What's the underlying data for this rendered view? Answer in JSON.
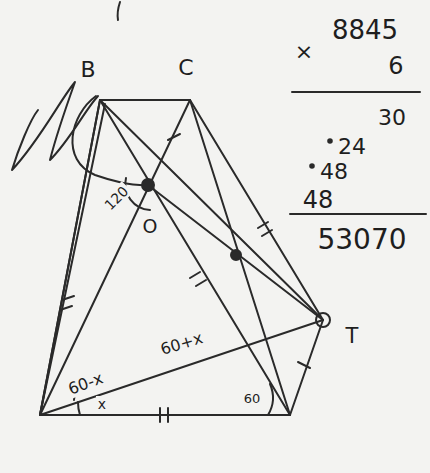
{
  "diagram": {
    "labels": [
      "B",
      "C",
      "O",
      "T",
      "120",
      "60-x",
      "60+x",
      "x",
      "60",
      "×",
      "8845",
      "6",
      "30",
      "24",
      "48",
      "48",
      "53070"
    ]
  }
}
